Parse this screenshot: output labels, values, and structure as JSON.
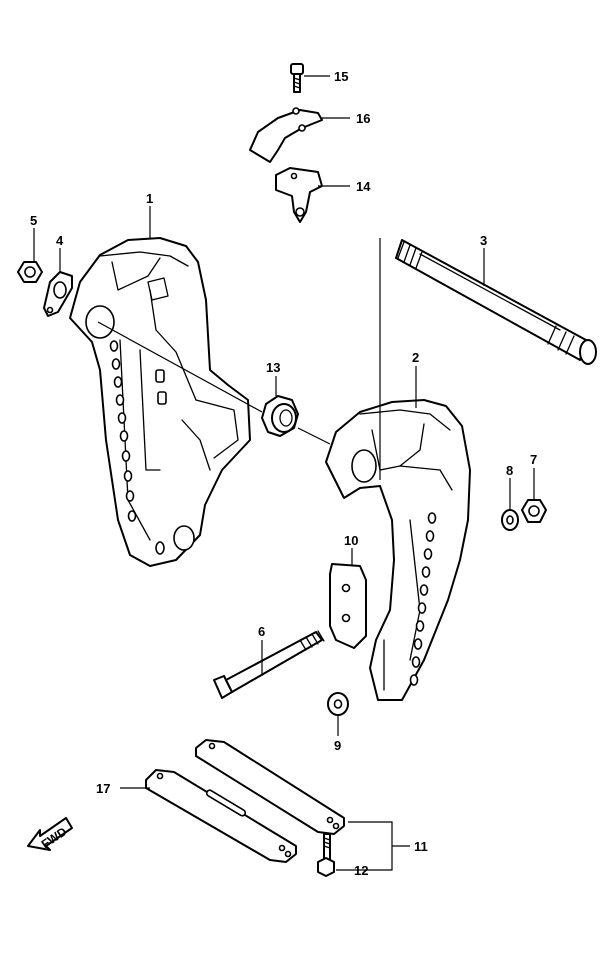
{
  "callouts": {
    "c1": "1",
    "c2": "2",
    "c3": "3",
    "c4": "4",
    "c5": "5",
    "c6": "6",
    "c7": "7",
    "c8": "8",
    "c9": "9",
    "c10": "10",
    "c11": "11",
    "c12": "12",
    "c13": "13",
    "c14": "14",
    "c15": "15",
    "c16": "16",
    "c17": "17"
  },
  "direction": {
    "label": "FWD",
    "icon": "forward-arrow-icon"
  }
}
